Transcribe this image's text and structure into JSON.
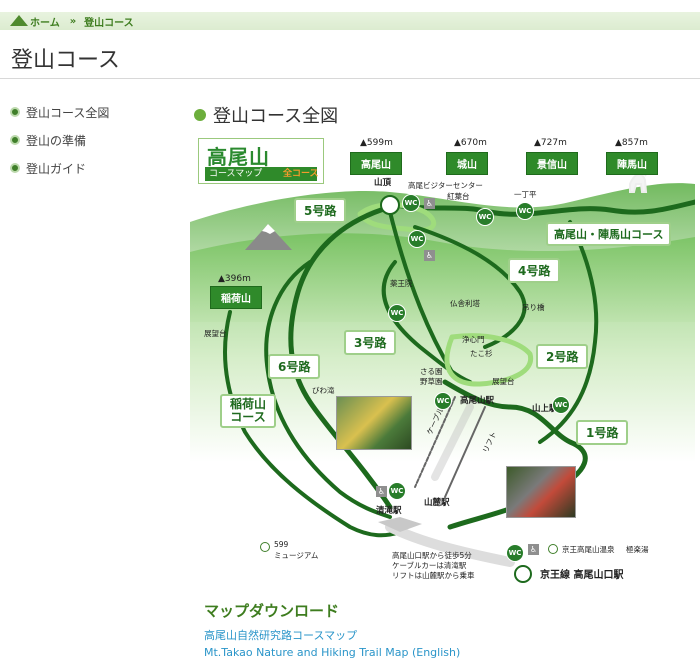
{
  "breadcrumb": {
    "home": "ホーム",
    "separator": "»",
    "current": "登山コース"
  },
  "page_title": "登山コース",
  "sidebar": {
    "items": [
      {
        "label": "登山コース全図"
      },
      {
        "label": "登山の準備"
      },
      {
        "label": "登山ガイド"
      }
    ]
  },
  "main": {
    "heading": "登山コース全図"
  },
  "map": {
    "logo": {
      "title": "高尾山",
      "subtitle": "コースマップ",
      "highlight": "全コース"
    },
    "peaks": [
      {
        "height": "▲599m",
        "name": "高尾山"
      },
      {
        "height": "▲670m",
        "name": "城山"
      },
      {
        "height": "▲727m",
        "name": "景信山"
      },
      {
        "height": "▲857m",
        "name": "陣馬山"
      },
      {
        "height": "▲396m",
        "name": "稲荷山"
      }
    ],
    "routes": {
      "r5": "5号路",
      "r4": "4号路",
      "r3": "3号路",
      "r2": "2号路",
      "r6": "6号路",
      "r1": "1号路",
      "jinba": "高尾山・陣馬山コース",
      "inari_1": "稲荷山",
      "inari_2": "コース"
    },
    "labels": {
      "summit": "山頂",
      "visitor": "高尾ビジターセンター",
      "momiji": "紅葉台",
      "itchodaira": "一丁平",
      "yakuoin": "薬王院",
      "bussharito": "仏舎利塔",
      "tsuribashi": "吊り橋",
      "jyoshinmon": "浄心門",
      "takosugi": "たこ杉",
      "saruen_1": "さる園",
      "saruen_2": "野草園",
      "tenbodai": "展望台",
      "tenbodai_left": "展望台",
      "biwa": "びわ滝",
      "cable": "ケーブルカー",
      "lift": "リフト",
      "takaosan_st": "高尾山駅",
      "sanjo_st": "山上駅",
      "kiyotaki_st": "清滝駅",
      "sanroku_st": "山麓駅",
      "museum_1": "599",
      "museum_2": "ミュージアム",
      "onsen": "京王高尾山温泉",
      "gokuraku": "極楽湯",
      "keio_station": "京王線 高尾山口駅",
      "note_1": "高尾山口駅から徒歩5分",
      "note_2": "ケーブルカーは清滝駅",
      "note_3": "リフトは山麓駅から乗車",
      "wc": "WC"
    }
  },
  "downloads": {
    "title": "マップダウンロード",
    "links": [
      "高尾山自然研究路コースマップ",
      "Mt.Takao Nature and Hiking Trail Map (English)"
    ]
  },
  "colors": {
    "brand_green": "#3e7d1f",
    "link_blue": "#2a95c9",
    "route_green": "#1f6a1c"
  }
}
